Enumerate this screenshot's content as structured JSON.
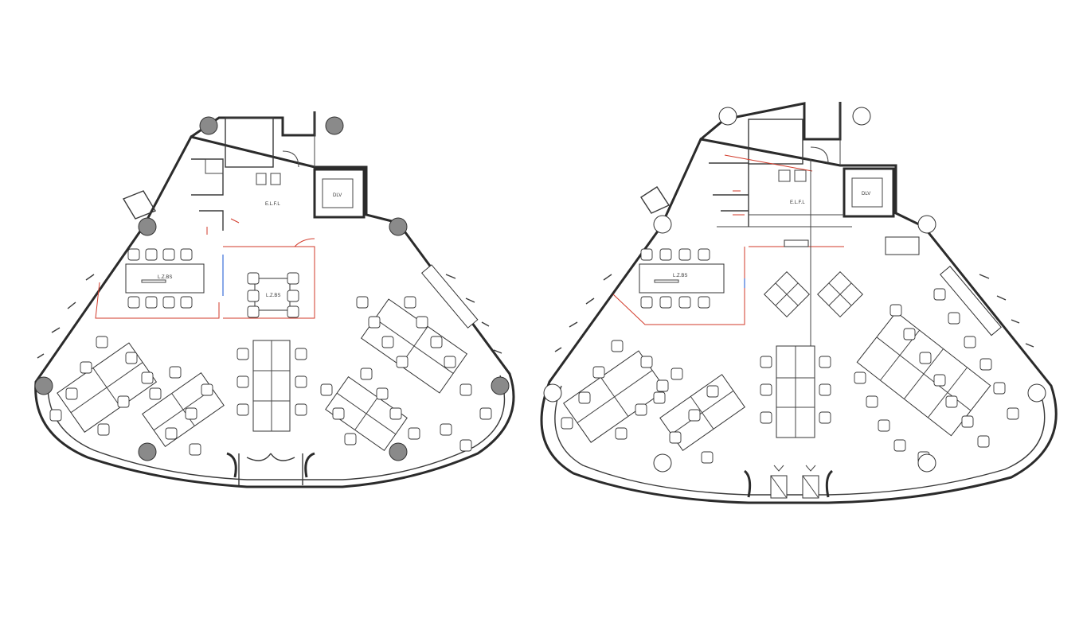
{
  "plans": [
    {
      "id": "existing",
      "room_labels": [
        {
          "key": "lift",
          "text": "DLV"
        },
        {
          "key": "lobby",
          "text": "E.L.F.L"
        },
        {
          "key": "meeting-large",
          "text": "L.Z.BS"
        },
        {
          "key": "meeting-small",
          "text": "L.Z.BS"
        }
      ],
      "column_style": "dark",
      "desk_clusters": 5,
      "meeting_rooms": 2
    },
    {
      "id": "proposed",
      "room_labels": [
        {
          "key": "lift",
          "text": "DLV"
        },
        {
          "key": "lobby",
          "text": "E.L.F.L"
        },
        {
          "key": "meeting-large",
          "text": "L.Z.BS"
        }
      ],
      "column_style": "light",
      "desk_clusters": 4,
      "meeting_rooms": 1,
      "lounge_tables": 2,
      "entrance_units": 2
    }
  ]
}
